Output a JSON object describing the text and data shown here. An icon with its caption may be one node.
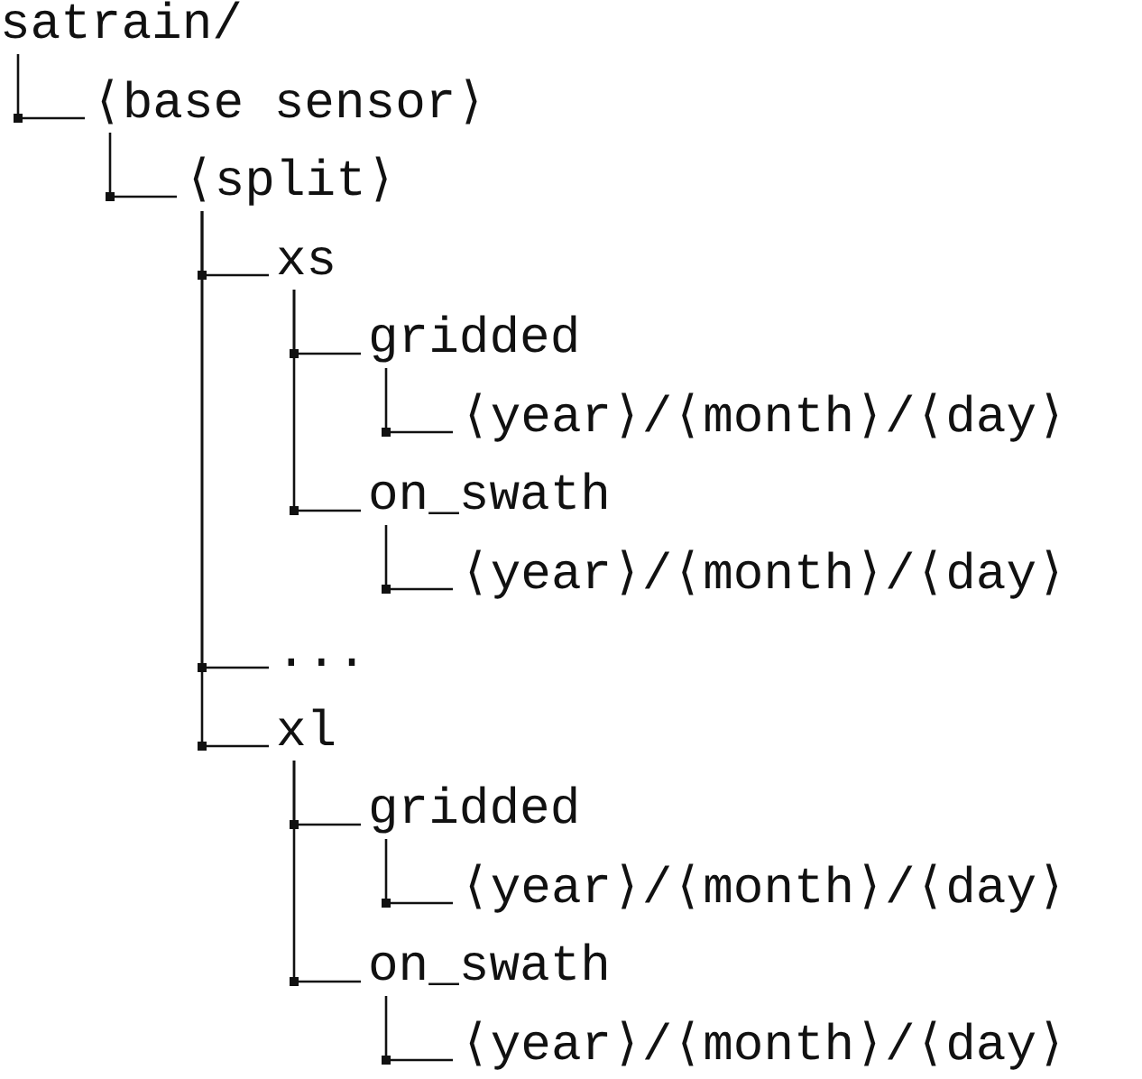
{
  "diagram": {
    "nodes": [
      {
        "text": [
          "satrain/"
        ]
      },
      {
        "text": [
          "⟨base sensor⟩"
        ]
      },
      {
        "text": [
          "⟨split⟩"
        ]
      },
      {
        "text": [
          "xs"
        ]
      },
      {
        "text": [
          "gridded"
        ]
      },
      {
        "text": [
          "⟨year⟩/⟨month⟩/⟨day⟩"
        ]
      },
      {
        "text": [
          "on_swath"
        ]
      },
      {
        "text": [
          "⟨year⟩/⟨month⟩/⟨day⟩"
        ]
      },
      {
        "text": [
          "..."
        ]
      },
      {
        "text": [
          "xl"
        ]
      },
      {
        "text": [
          "gridded"
        ]
      },
      {
        "text": [
          "⟨year⟩/⟨month⟩/⟨day⟩"
        ]
      },
      {
        "text": [
          "on_swath"
        ]
      },
      {
        "text": [
          "⟨year⟩/⟨month⟩/⟨day⟩"
        ]
      }
    ],
    "edges": [
      {
        "from": 0,
        "to": 1,
        "arrow": "none"
      },
      {
        "from": 1,
        "to": 2,
        "arrow": "none"
      },
      {
        "from": 2,
        "to": 3,
        "arrow": "none"
      },
      {
        "from": 3,
        "to": 4,
        "arrow": "none"
      },
      {
        "from": 4,
        "to": 5,
        "arrow": "none"
      },
      {
        "from": 3,
        "to": 6,
        "arrow": "none"
      },
      {
        "from": 6,
        "to": 7,
        "arrow": "none"
      },
      {
        "from": 2,
        "to": 8,
        "arrow": "none"
      },
      {
        "from": 2,
        "to": 9,
        "arrow": "none"
      },
      {
        "from": 9,
        "to": 10,
        "arrow": "none"
      },
      {
        "from": 10,
        "to": 11,
        "arrow": "none"
      },
      {
        "from": 9,
        "to": 12,
        "arrow": "none"
      },
      {
        "from": 12,
        "to": 13,
        "arrow": "none"
      }
    ]
  }
}
